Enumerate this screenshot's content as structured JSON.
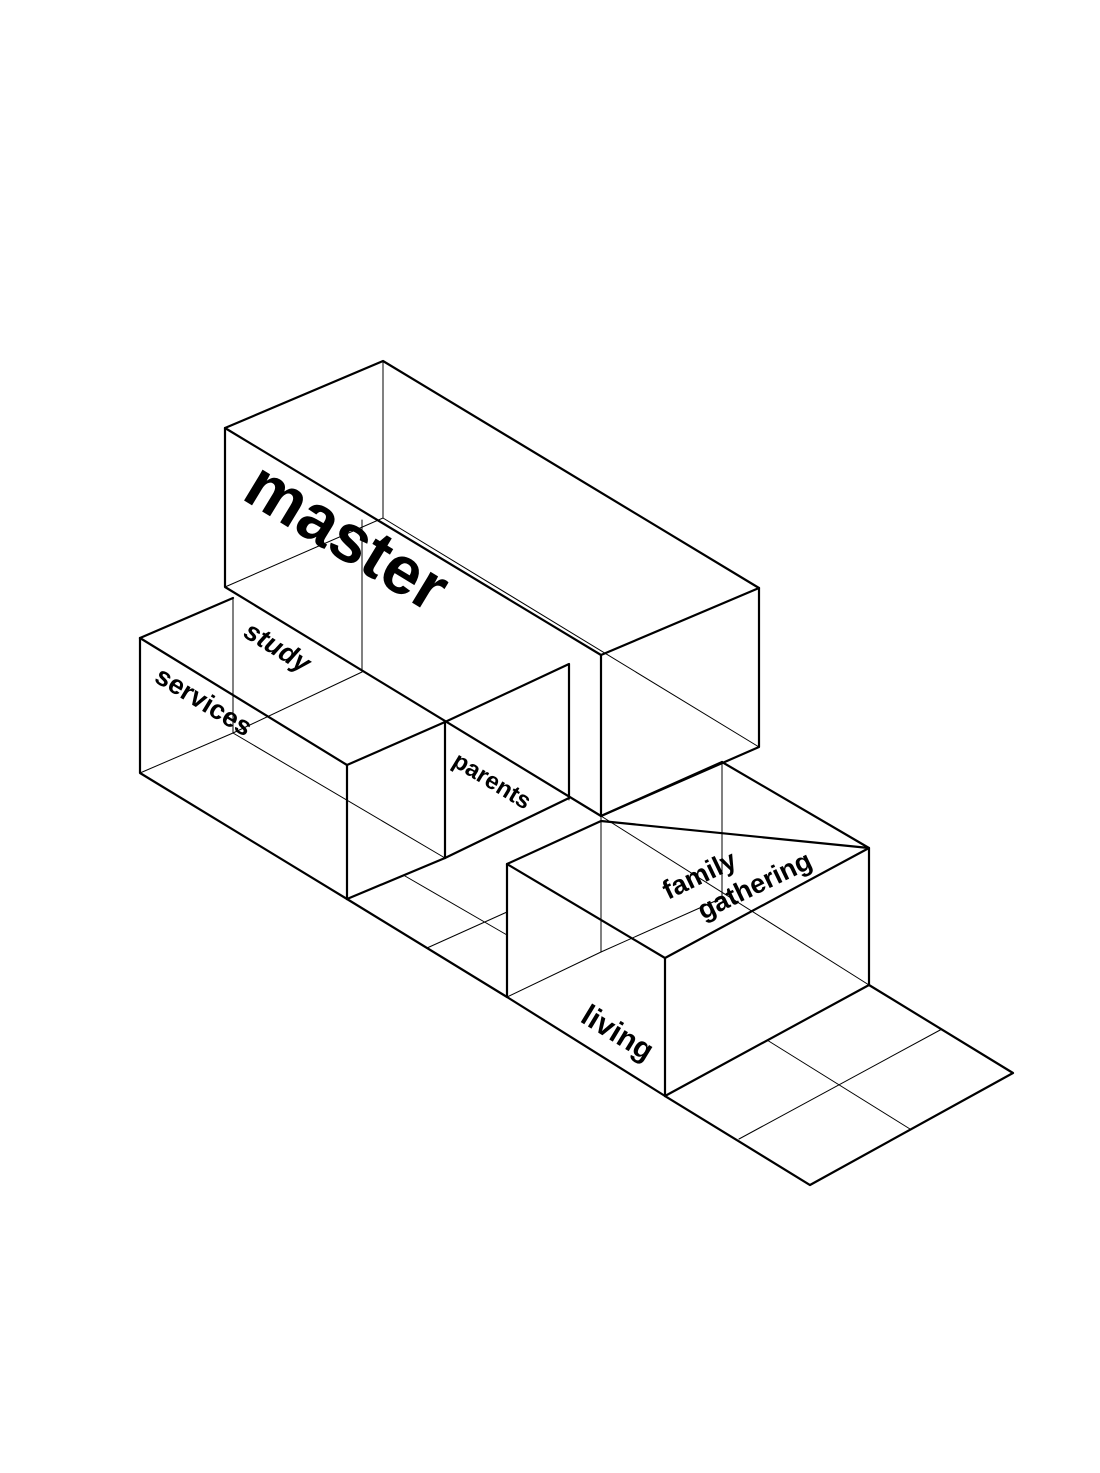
{
  "labels": {
    "master": "master",
    "study": "study",
    "services": "services",
    "parents": "parents",
    "family": "family",
    "gathering": "gathering",
    "living": "living"
  },
  "colors": {
    "line": "#000000",
    "background": "#ffffff"
  }
}
